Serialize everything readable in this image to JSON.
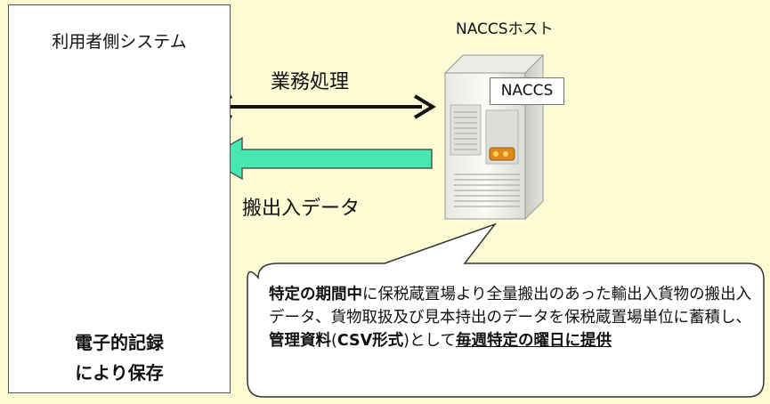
{
  "user_system": {
    "title": "利用者側システム",
    "storage_line1": "電子的記録",
    "storage_line2": "により保存"
  },
  "host": {
    "title": "NACCSホスト",
    "server_label": "NACCS"
  },
  "arrows": {
    "business_label": "業務処理",
    "data_label": "搬出入データ"
  },
  "callout": {
    "seg1_bold": "特定の期間中",
    "seg2": "に保税蔵置場より全量搬出のあった輸出入貨物の搬出入データ、貨物取扱及び見本持出のデータを保税蔵置場単位に蓄積し、",
    "seg3_bold": "管理資料",
    "seg4": "(",
    "seg5_bold": "CSV形式",
    "seg6": ")として",
    "seg7_bold_underline": "毎週特定の曜日に提供"
  },
  "colors": {
    "background": "#fdfbd3",
    "data_arrow": "#44e8b0",
    "server_body": "#f2f2ee",
    "server_led": "#f0a020"
  }
}
